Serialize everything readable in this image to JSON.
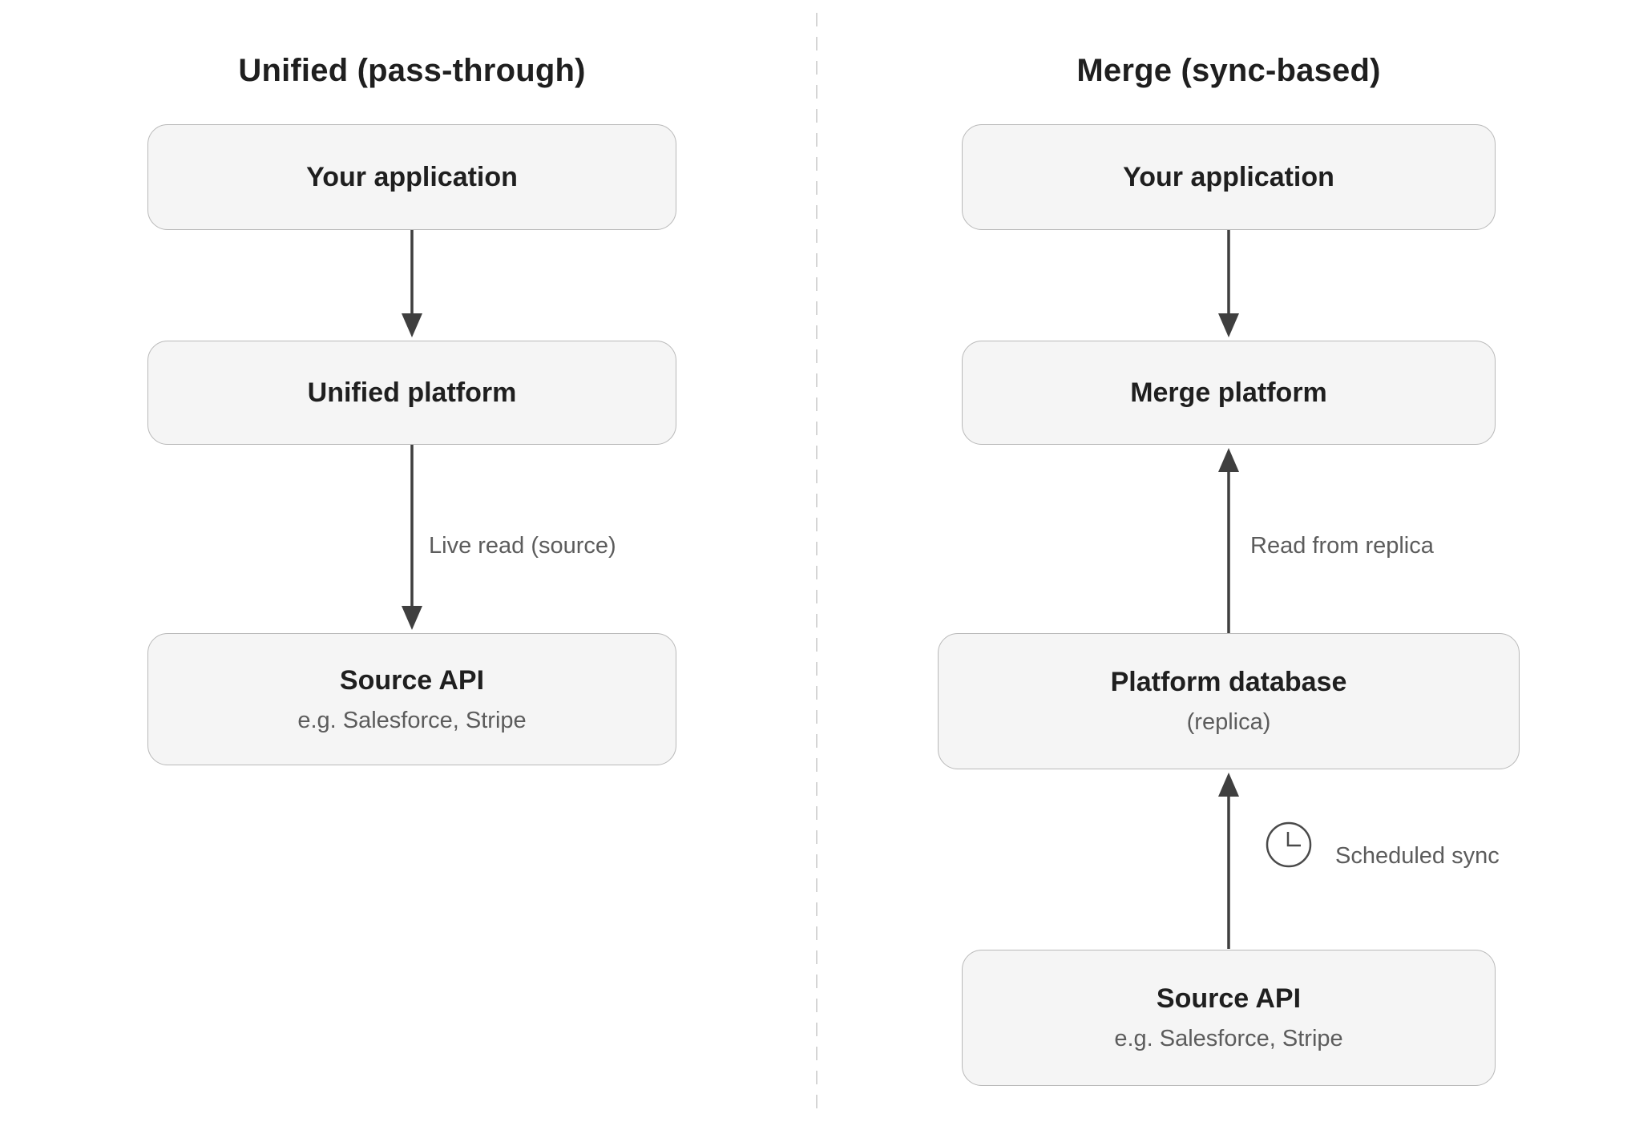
{
  "left_panel": {
    "title": "Unified (pass-through)",
    "boxes": {
      "application": {
        "label": "Your application"
      },
      "platform": {
        "label": "Unified platform"
      },
      "source": {
        "label": "Source API",
        "sublabel": "e.g. Salesforce, Stripe"
      }
    },
    "arrows": {
      "app_to_platform": {
        "direction": "down"
      },
      "platform_to_source": {
        "direction": "down",
        "label": "Live read (source)"
      }
    }
  },
  "right_panel": {
    "title": "Merge (sync-based)",
    "boxes": {
      "application": {
        "label": "Your application"
      },
      "platform": {
        "label": "Merge platform"
      },
      "database": {
        "label": "Platform database",
        "sublabel": "(replica)"
      },
      "source": {
        "label": "Source API",
        "sublabel": "e.g. Salesforce, Stripe"
      }
    },
    "arrows": {
      "app_to_platform": {
        "direction": "down"
      },
      "database_to_platform": {
        "direction": "up",
        "label": "Read from replica"
      },
      "source_to_database": {
        "direction": "up",
        "label": "Scheduled sync",
        "icon": "clock-icon"
      }
    }
  },
  "colors": {
    "background": "#ffffff",
    "box_fill": "#f5f5f5",
    "box_border": "#b9b9b9",
    "text_primary": "#1f1f1f",
    "text_secondary": "#5c5c5c",
    "arrow": "#3f3f3f",
    "divider": "#d5d5d5"
  }
}
